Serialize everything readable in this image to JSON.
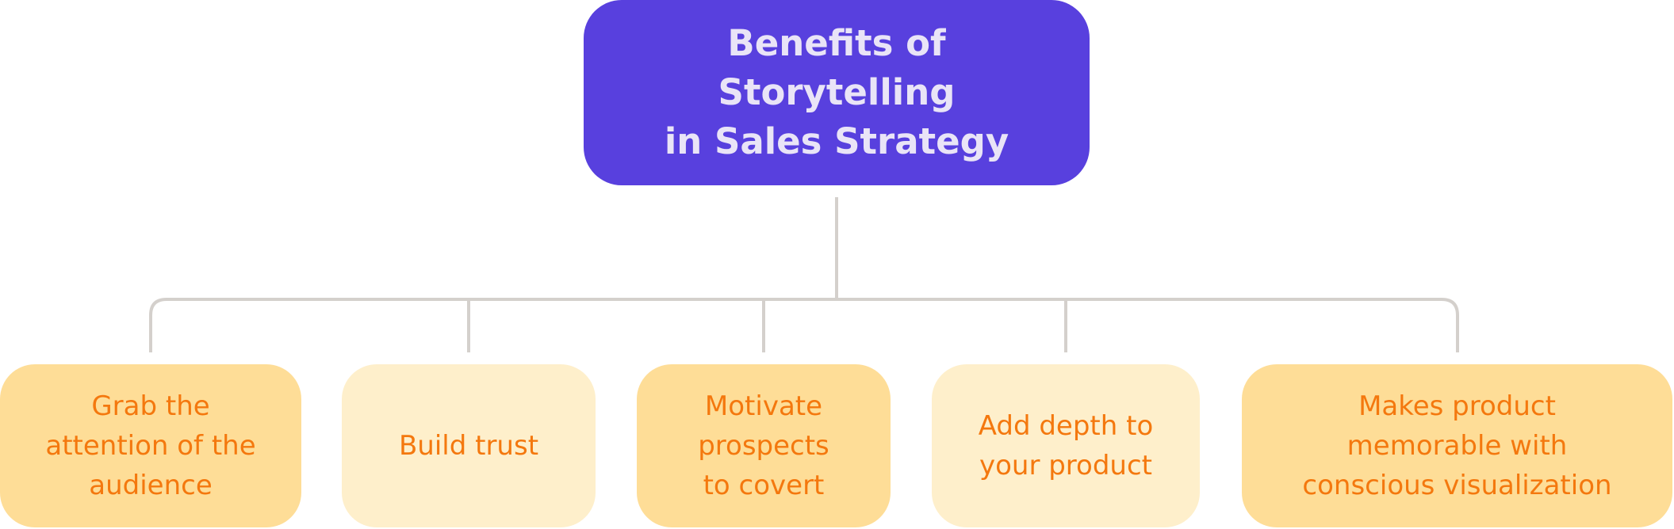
{
  "diagram": {
    "root": {
      "title": "Benefits of Storytelling\nin Sales Strategy"
    },
    "children": [
      {
        "label": "Grab the\nattention of the\naudience"
      },
      {
        "label": "Build trust"
      },
      {
        "label": "Motivate\nprospects\nto covert"
      },
      {
        "label": "Add depth to\nyour product"
      },
      {
        "label": "Makes product\nmemorable with\nconscious visualization"
      }
    ]
  },
  "colors": {
    "root_fill": "#5840de",
    "root_text": "#e9e4f7",
    "child_fill_dark": "#fedd97",
    "child_fill_light": "#feefcb",
    "child_text": "#f4780e",
    "connector": "#d4d0cc"
  }
}
